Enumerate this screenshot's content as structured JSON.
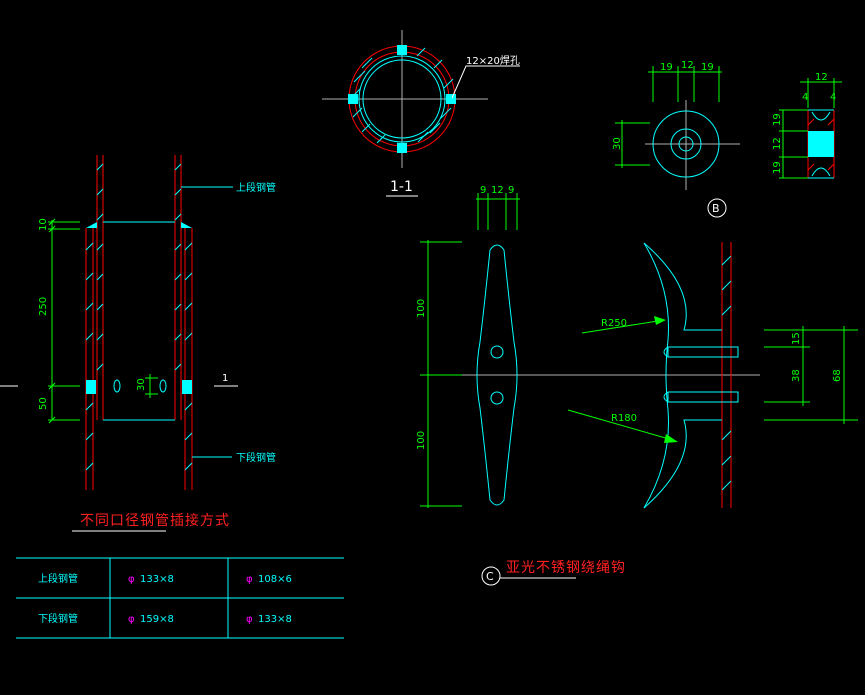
{
  "colors": {
    "background": "#000000",
    "dimension": "#00ff00",
    "outline": "#00ffff",
    "pipe_wall": "#ff0000",
    "title": "#ff2020",
    "pipe_spec": "#ff00ff",
    "text": "#ffffff"
  },
  "section_1_1": {
    "title": "1-1",
    "note": "12×20焊孔"
  },
  "pipe_joint": {
    "upper_pipe_label": "上段钢管",
    "lower_pipe_label": "下段钢管",
    "dims": [
      "10",
      "250",
      "50",
      "30"
    ],
    "section_mark": "1",
    "title": "不同口径钢管插接方式"
  },
  "pipe_table": {
    "rows": [
      {
        "name": "上段钢管",
        "col1": "133×8",
        "col2": "108×6"
      },
      {
        "name": "下段钢管",
        "col1": "159×8",
        "col2": "133×8"
      }
    ]
  },
  "detail_b": {
    "marker": "B",
    "top_dims": [
      "19",
      "12",
      "19"
    ],
    "left_dim": "30",
    "side_top_dims": [
      "12",
      "4",
      "4"
    ],
    "side_left_dims": [
      "19",
      "12",
      "19"
    ]
  },
  "detail_c": {
    "marker": "C",
    "title": "亚光不锈钢绕绳钩",
    "top_dims": [
      "9",
      "12",
      "9"
    ],
    "left_dims": [
      "100",
      "100"
    ],
    "radius_1": "R250",
    "radius_2": "R180",
    "right_dims": [
      "15",
      "38",
      "68"
    ]
  }
}
